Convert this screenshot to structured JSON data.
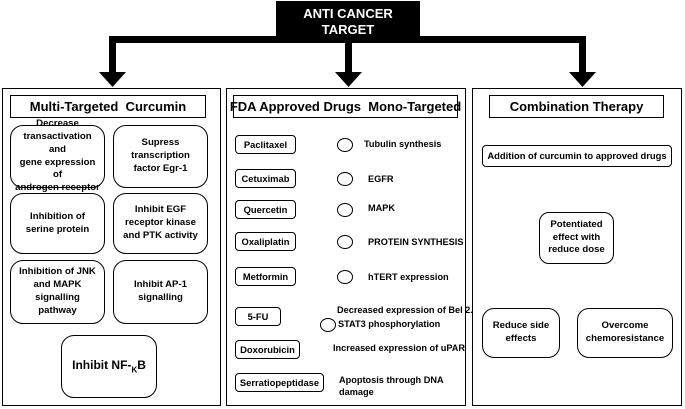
{
  "top": {
    "title_line1": "ANTI CANCER",
    "title_line2": "TARGET"
  },
  "left": {
    "title": "Multi-Targeted  Curcumin",
    "box1": [
      "Decrease",
      "transactivation and",
      "gene expression of",
      "androgen receptor"
    ],
    "box2": [
      "Supress",
      "transcription",
      "factor Egr-1"
    ],
    "box3": [
      "Inhibition of",
      "serine protein"
    ],
    "box4": [
      "Inhibit EGF",
      "receptor kinase",
      "and PTK activity"
    ],
    "box5": [
      "Inhibition of JNK",
      "and MAPK",
      "signalling pathway"
    ],
    "box6": [
      "Inhibit AP-1",
      "signalling"
    ],
    "box7_prefix": "Inhibit NF-",
    "box7_sub": "K",
    "box7_suffix": "B"
  },
  "middle": {
    "title": "FDA Approved Drugs  Mono-Targeted",
    "drugs": [
      {
        "name": "Paclitaxel",
        "target": "Tubulin synthesis"
      },
      {
        "name": "Cetuximab",
        "target": "EGFR"
      },
      {
        "name": "Quercetin",
        "target": "MAPK"
      },
      {
        "name": "Oxaliplatin",
        "target": "PROTEIN SYNTHESIS"
      },
      {
        "name": "Metformin",
        "target": "hTERT expression"
      },
      {
        "name": "5-FU",
        "target_line1": "Decreased expression of Bel 2.",
        "target_line2": "STAT3 phosphorylation"
      },
      {
        "name": "Doxorubicin",
        "target": "Increased expression of uPAR"
      },
      {
        "name": "Serratiopeptidase",
        "target_line1": "Apoptosis through DNA",
        "target_line2": "damage"
      }
    ]
  },
  "right": {
    "title": "Combination Therapy",
    "addition": "Addition of curcumin to approved drugs",
    "potentiated": [
      "Potentiated",
      "effect with",
      "reduce dose"
    ],
    "reduce": [
      "Reduce side",
      "effects"
    ],
    "overcome": [
      "Overcome",
      "chemoresistance"
    ]
  }
}
